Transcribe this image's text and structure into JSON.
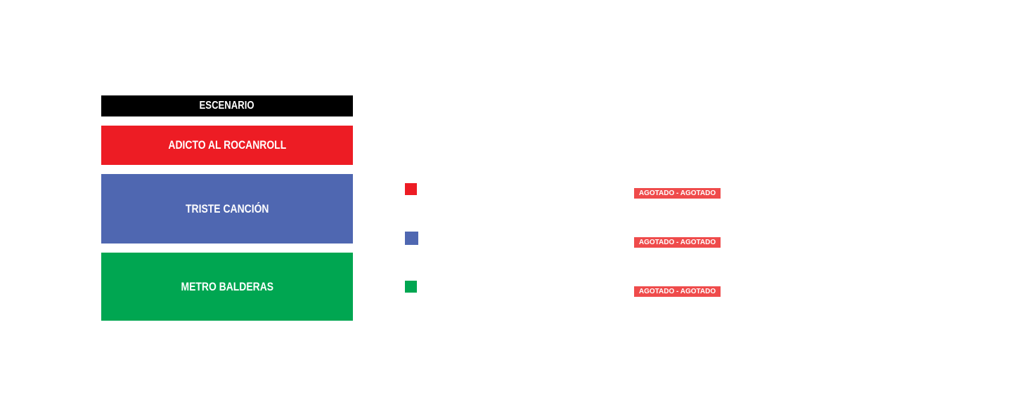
{
  "stage": {
    "label": "ESCENARIO"
  },
  "zones": [
    {
      "label": "ADICTO AL ROCANROLL",
      "color": "#ed1c24"
    },
    {
      "label": "TRISTE CANCIÓN",
      "color": "#4f67b1"
    },
    {
      "label": "METRO BALDERAS",
      "color": "#00a651"
    }
  ],
  "legend": [
    {
      "color": "#ed1c24",
      "status": "AGOTADO - AGOTADO"
    },
    {
      "color": "#4f67b1",
      "status": "AGOTADO - AGOTADO"
    },
    {
      "color": "#00a651",
      "status": "AGOTADO - AGOTADO"
    }
  ]
}
